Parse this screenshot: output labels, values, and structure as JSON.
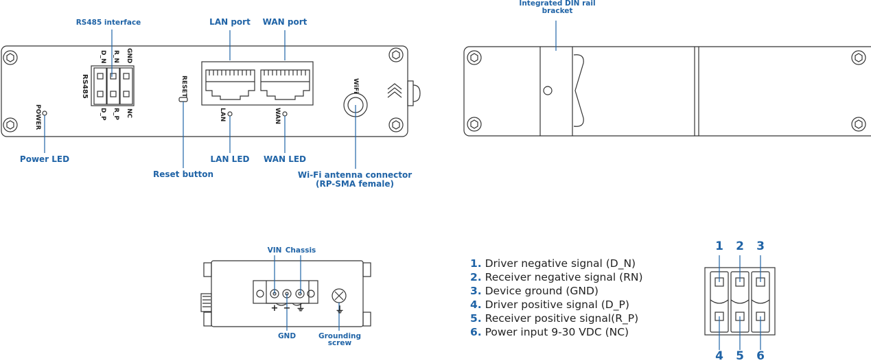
{
  "front_panel": {
    "callouts": {
      "rs485": "RS485 interface",
      "lan_port": "LAN port",
      "wan_port": "WAN port",
      "power_led": "Power LED",
      "reset_button": "Reset button",
      "lan_led": "LAN LED",
      "wan_led": "WAN LED",
      "wifi_line1": "Wi-Fi antenna connector",
      "wifi_line2": "(RP-SMA female)"
    },
    "silkscreen": {
      "rs485": "RS485",
      "d_n": "D_N",
      "r_n": "R_N",
      "gnd": "GND",
      "d_p": "D_P",
      "r_p": "R_P",
      "nc": "NC",
      "power": "POWER",
      "reset": "RESET",
      "lan": "LAN",
      "wan": "WAN",
      "wifi": "WiFi"
    }
  },
  "rear_panel": {
    "callout_line1": "Integrated DIN rail",
    "callout_line2": "bracket"
  },
  "side_panel": {
    "callouts": {
      "vin": "VIN",
      "chassis": "Chassis",
      "gnd": "GND",
      "grounding_line1": "Grounding",
      "grounding_line2": "screw"
    },
    "symbols": {
      "plus": "+",
      "minus": "−",
      "ground": "⏚"
    }
  },
  "pinout": {
    "items": [
      {
        "num": "1.",
        "text": " Driver negative signal (D_N)"
      },
      {
        "num": "2.",
        "text": " Receiver negative signal (RN)"
      },
      {
        "num": "3.",
        "text": " Device ground (GND)"
      },
      {
        "num": "4.",
        "text": " Driver positive signal (D_P)"
      },
      {
        "num": "5.",
        "text": " Receiver positive signal(R_P)"
      },
      {
        "num": "6.",
        "text": " Power input 9-30 VDC (NC)"
      }
    ],
    "top_pins": [
      "1",
      "2",
      "3"
    ],
    "bottom_pins": [
      "4",
      "5",
      "6"
    ]
  },
  "colors": {
    "accent": "#1f63a6",
    "line": "#333333"
  }
}
